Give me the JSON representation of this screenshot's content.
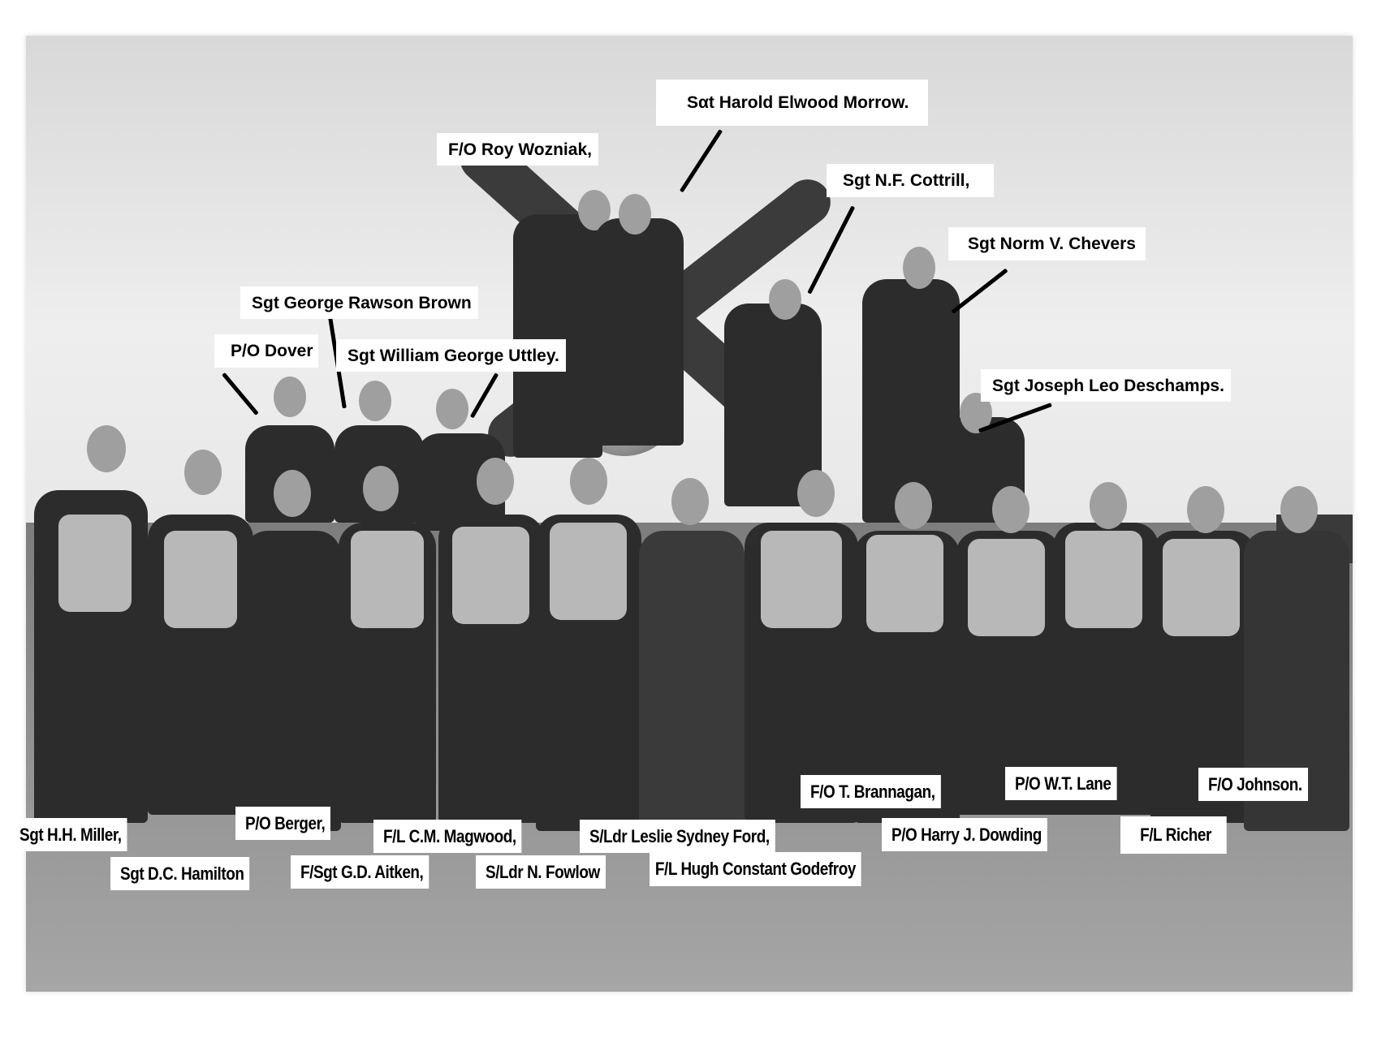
{
  "photo": {
    "description": "Black and white group photograph of RAF aircrew standing in front of a fighter aircraft propeller, with white name labels",
    "colors": {
      "label_bg": "#ffffff",
      "label_text": "#000000",
      "leader_line": "#000000"
    }
  },
  "labels": {
    "morrow": "Sαt  Harold Elwood Morrow.",
    "wozniak": "F/O Roy Wozniak,",
    "cottrill": "Sgt N.F. Cottrill,",
    "chevers": "Sgt Norm V. Chevers",
    "brown": "Sgt George Rawson Brown",
    "dover": "P/O Dover",
    "uttley": "Sgt William George Uttley.",
    "deschamps": "Sgt Joseph Leo Deschamps.",
    "miller": "Sgt H.H. Miller,",
    "berger": "P/O Berger,",
    "magwood": "F/L C.M. Magwood,",
    "ford": "S/Ldr Leslie Sydney Ford,",
    "brannagan": "F/O T. Brannagan,",
    "lane": "P/O W.T. Lane",
    "johnson": "F/O Johnson.",
    "dowding": "P/O Harry J. Dowding",
    "richer": "F/L Richer",
    "hamilton": "Sgt D.C. Hamilton",
    "aitken": "F/Sgt G.D. Aitken,",
    "fowlow": "S/Ldr N. Fowlow",
    "godefroy": "F/L Hugh Constant Godefroy"
  }
}
